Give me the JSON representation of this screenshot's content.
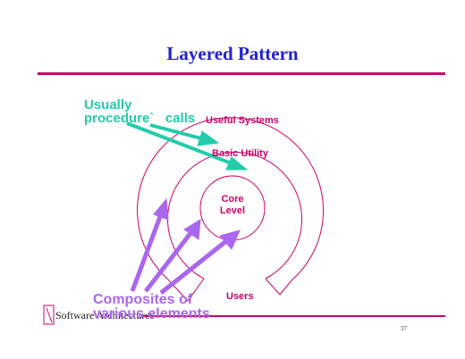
{
  "slide": {
    "title": "Layered Pattern",
    "footer": "Software Architectures",
    "page_number": "37"
  },
  "layers": {
    "outer": "Useful Systems",
    "middle": "Basic Utility",
    "core_line1": "Core",
    "core_line2": "Level",
    "users": "Users"
  },
  "annotations": {
    "calls_line1": "Usually",
    "calls_line2": "procedure`   calls",
    "composites_line1": "Composites of",
    "composites_line2": "various elements"
  },
  "colors": {
    "title": "#2222cc",
    "rule": "#cc0066",
    "layer_text": "#cc0066",
    "teal_arrow": "#22ccaa",
    "purple_arrow": "#aa66ee"
  }
}
